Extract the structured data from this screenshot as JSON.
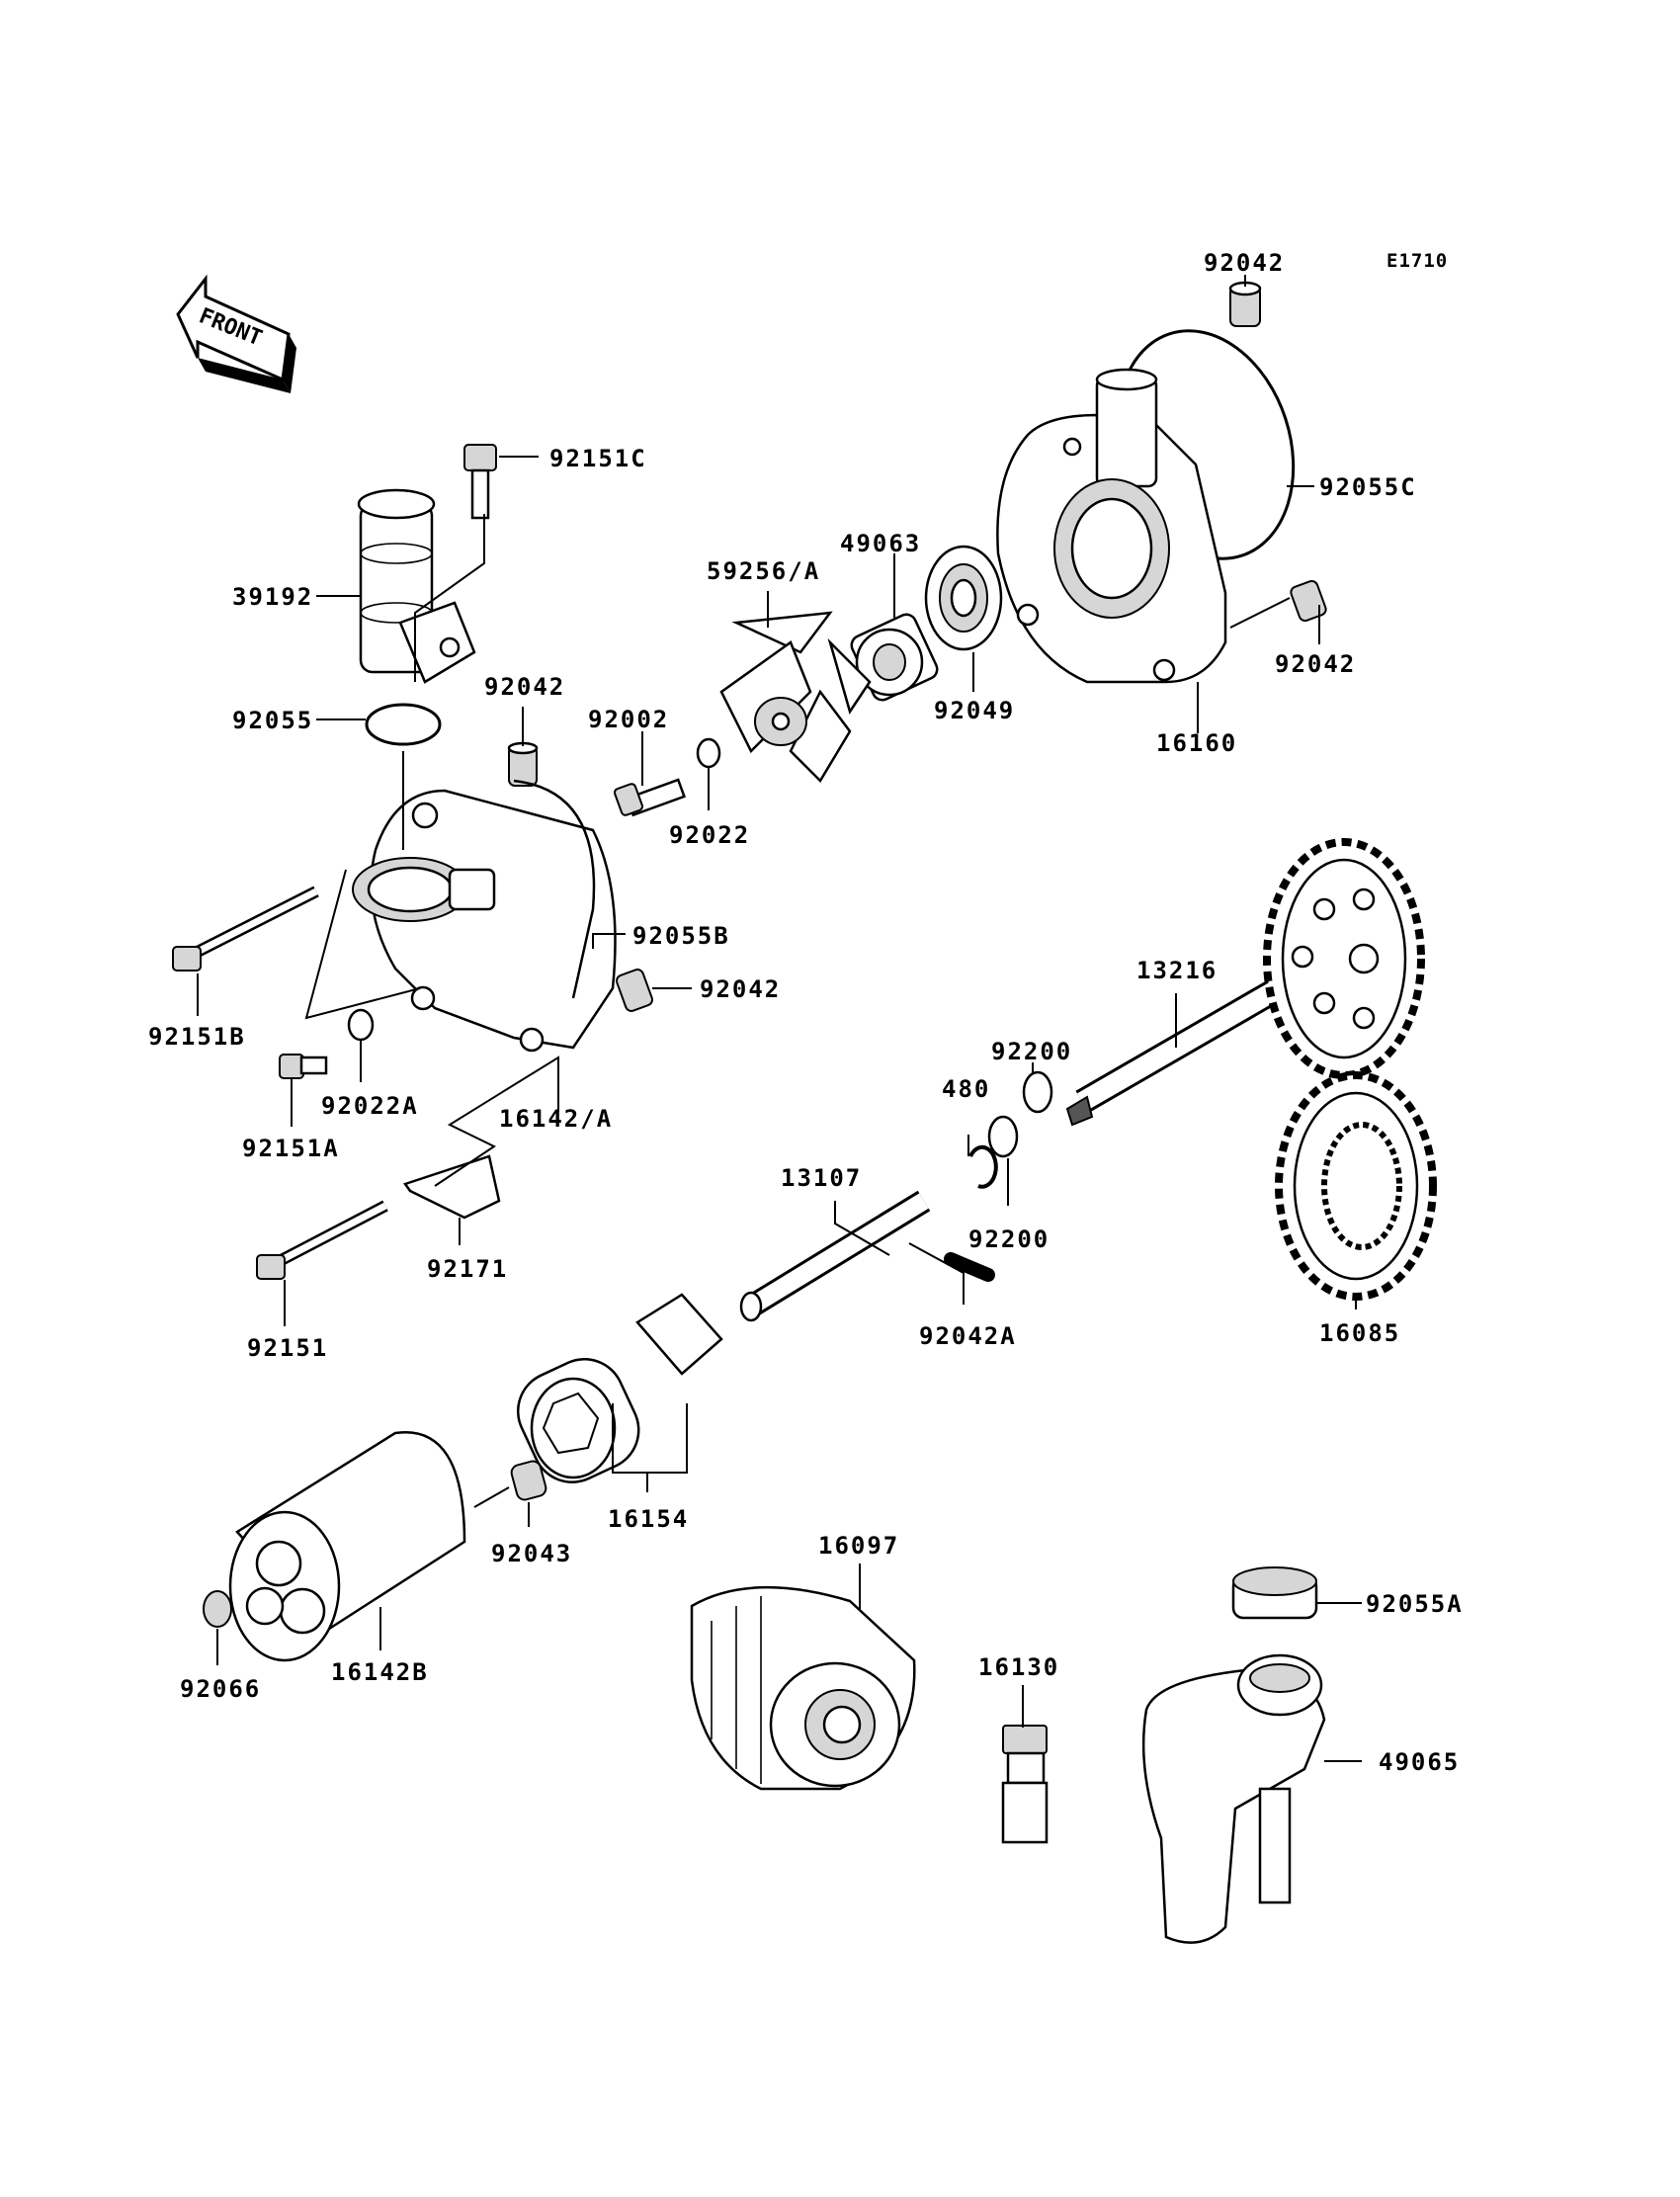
{
  "diagram_code": "E1710",
  "front_label": "FRONT",
  "parts": [
    {
      "id": "p92042_top",
      "label": "92042"
    },
    {
      "id": "p92055C",
      "label": "92055C"
    },
    {
      "id": "p92042_r",
      "label": "92042"
    },
    {
      "id": "p16160",
      "label": "16160"
    },
    {
      "id": "p49063",
      "label": "49063"
    },
    {
      "id": "p92049",
      "label": "92049"
    },
    {
      "id": "p59256A",
      "label": "59256/A"
    },
    {
      "id": "p92002",
      "label": "92002"
    },
    {
      "id": "p92022",
      "label": "92022"
    },
    {
      "id": "p92151C",
      "label": "92151C"
    },
    {
      "id": "p39192",
      "label": "39192"
    },
    {
      "id": "p92055",
      "label": "92055"
    },
    {
      "id": "p92042_m",
      "label": "92042"
    },
    {
      "id": "p92055B",
      "label": "92055B"
    },
    {
      "id": "p92042_c",
      "label": "92042"
    },
    {
      "id": "p92151B",
      "label": "92151B"
    },
    {
      "id": "p92022A",
      "label": "92022A"
    },
    {
      "id": "p16142A",
      "label": "16142/A"
    },
    {
      "id": "p92151A",
      "label": "92151A"
    },
    {
      "id": "p92171",
      "label": "92171"
    },
    {
      "id": "p92151",
      "label": "92151"
    },
    {
      "id": "p13216",
      "label": "13216"
    },
    {
      "id": "p92200_t",
      "label": "92200"
    },
    {
      "id": "p480",
      "label": "480"
    },
    {
      "id": "p92200_b",
      "label": "92200"
    },
    {
      "id": "p13107",
      "label": "13107"
    },
    {
      "id": "p92042A",
      "label": "92042A"
    },
    {
      "id": "p16085",
      "label": "16085"
    },
    {
      "id": "p16154",
      "label": "16154"
    },
    {
      "id": "p92043",
      "label": "92043"
    },
    {
      "id": "p16142B",
      "label": "16142B"
    },
    {
      "id": "p92066",
      "label": "92066"
    },
    {
      "id": "p16097",
      "label": "16097"
    },
    {
      "id": "p16130",
      "label": "16130"
    },
    {
      "id": "p92055A",
      "label": "92055A"
    },
    {
      "id": "p49065",
      "label": "49065"
    }
  ]
}
